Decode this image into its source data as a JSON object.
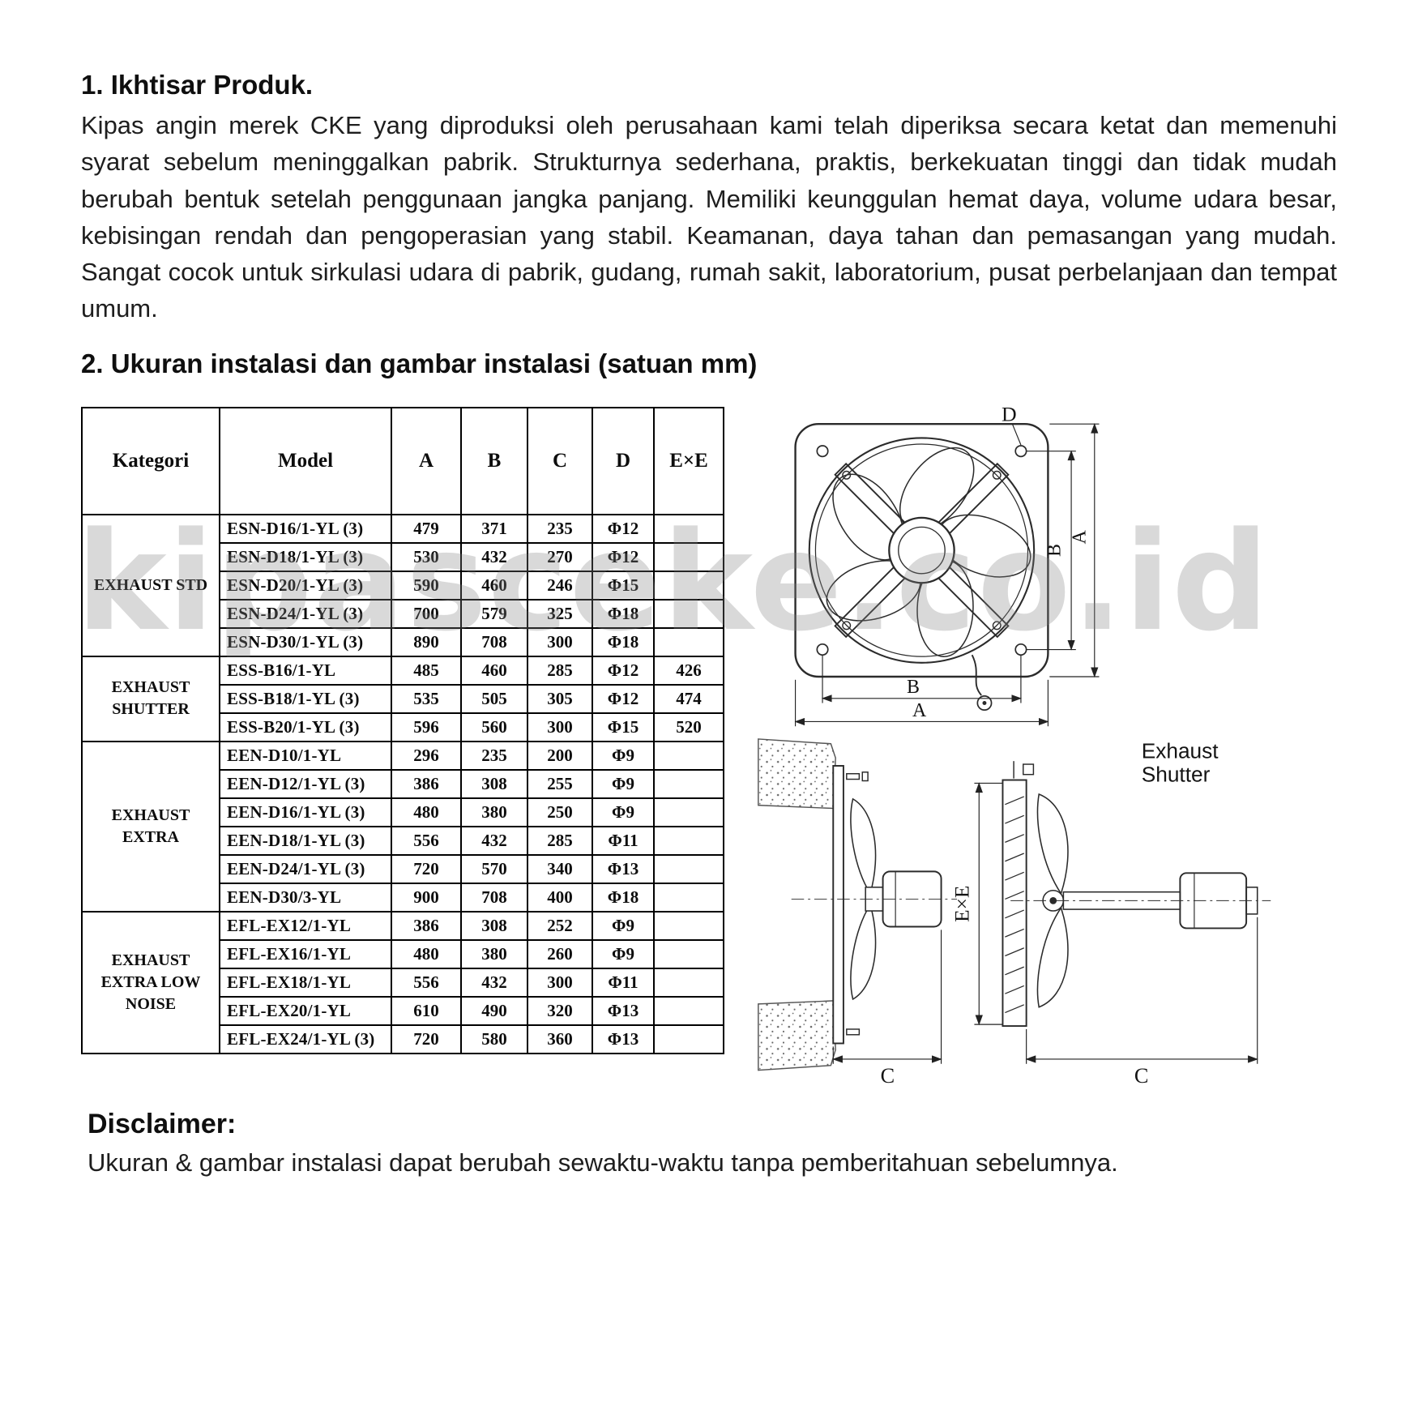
{
  "sections": {
    "overview": {
      "title": "1. Ikhtisar Produk.",
      "body": "Kipas angin merek CKE yang diproduksi oleh perusahaan kami telah diperiksa secara ketat dan memenuhi syarat sebelum meninggalkan pabrik. Strukturnya sederhana, praktis, berkekuatan tinggi dan tidak mudah berubah bentuk setelah penggunaan jangka panjang. Memiliki keunggulan hemat daya, volume udara besar, kebisingan rendah dan pengoperasian yang stabil. Keamanan, daya tahan dan pemasangan yang mudah. Sangat cocok untuk sirkulasi udara di pabrik, gudang, rumah sakit, laboratorium, pusat perbelanjaan dan tempat umum."
    },
    "installation": {
      "title": "2. Ukuran instalasi dan gambar instalasi (satuan mm)"
    }
  },
  "table": {
    "headers": [
      "Kategori",
      "Model",
      "A",
      "B",
      "C",
      "D",
      "E×E"
    ],
    "groups": [
      {
        "category": "EXHAUST STD",
        "rows": [
          {
            "model": "ESN-D16/1-YL (3)",
            "a": "479",
            "b": "371",
            "c": "235",
            "d": "Φ12",
            "exe": ""
          },
          {
            "model": "ESN-D18/1-YL (3)",
            "a": "530",
            "b": "432",
            "c": "270",
            "d": "Φ12",
            "exe": ""
          },
          {
            "model": "ESN-D20/1-YL (3)",
            "a": "590",
            "b": "460",
            "c": "246",
            "d": "Φ15",
            "exe": ""
          },
          {
            "model": "ESN-D24/1-YL (3)",
            "a": "700",
            "b": "579",
            "c": "325",
            "d": "Φ18",
            "exe": ""
          },
          {
            "model": "ESN-D30/1-YL (3)",
            "a": "890",
            "b": "708",
            "c": "300",
            "d": "Φ18",
            "exe": ""
          }
        ]
      },
      {
        "category": "EXHAUST SHUTTER",
        "rows": [
          {
            "model": "ESS-B16/1-YL",
            "a": "485",
            "b": "460",
            "c": "285",
            "d": "Φ12",
            "exe": "426"
          },
          {
            "model": "ESS-B18/1-YL (3)",
            "a": "535",
            "b": "505",
            "c": "305",
            "d": "Φ12",
            "exe": "474"
          },
          {
            "model": "ESS-B20/1-YL (3)",
            "a": "596",
            "b": "560",
            "c": "300",
            "d": "Φ15",
            "exe": "520"
          }
        ]
      },
      {
        "category": "EXHAUST EXTRA",
        "rows": [
          {
            "model": "EEN-D10/1-YL",
            "a": "296",
            "b": "235",
            "c": "200",
            "d": "Φ9",
            "exe": ""
          },
          {
            "model": "EEN-D12/1-YL (3)",
            "a": "386",
            "b": "308",
            "c": "255",
            "d": "Φ9",
            "exe": ""
          },
          {
            "model": "EEN-D16/1-YL (3)",
            "a": "480",
            "b": "380",
            "c": "250",
            "d": "Φ9",
            "exe": ""
          },
          {
            "model": "EEN-D18/1-YL (3)",
            "a": "556",
            "b": "432",
            "c": "285",
            "d": "Φ11",
            "exe": ""
          },
          {
            "model": "EEN-D24/1-YL (3)",
            "a": "720",
            "b": "570",
            "c": "340",
            "d": "Φ13",
            "exe": ""
          },
          {
            "model": "EEN-D30/3-YL",
            "a": "900",
            "b": "708",
            "c": "400",
            "d": "Φ18",
            "exe": ""
          }
        ]
      },
      {
        "category": "EXHAUST EXTRA LOW NOISE",
        "rows": [
          {
            "model": "EFL-EX12/1-YL",
            "a": "386",
            "b": "308",
            "c": "252",
            "d": "Φ9",
            "exe": ""
          },
          {
            "model": "EFL-EX16/1-YL",
            "a": "480",
            "b": "380",
            "c": "260",
            "d": "Φ9",
            "exe": ""
          },
          {
            "model": "EFL-EX18/1-YL",
            "a": "556",
            "b": "432",
            "c": "300",
            "d": "Φ11",
            "exe": ""
          },
          {
            "model": "EFL-EX20/1-YL",
            "a": "610",
            "b": "490",
            "c": "320",
            "d": "Φ13",
            "exe": ""
          },
          {
            "model": "EFL-EX24/1-YL (3)",
            "a": "720",
            "b": "580",
            "c": "360",
            "d": "Φ13",
            "exe": ""
          }
        ]
      }
    ]
  },
  "diagram": {
    "front": {
      "dim_d": "D",
      "dim_b_right": "B",
      "dim_a_right": "A",
      "dim_b_bottom": "B",
      "dim_a_bottom": "A"
    },
    "side": {
      "dim_c_left": "C",
      "dim_exe": "E×E",
      "dim_c_right": "C",
      "shutter_label_line1": "Exhaust",
      "shutter_label_line2": "Shutter"
    }
  },
  "watermark": "kipasceke.co.id",
  "disclaimer": {
    "title": "Disclaimer:",
    "body": "Ukuran & gambar instalasi dapat berubah sewaktu-waktu tanpa pemberitahuan sebelumnya."
  }
}
